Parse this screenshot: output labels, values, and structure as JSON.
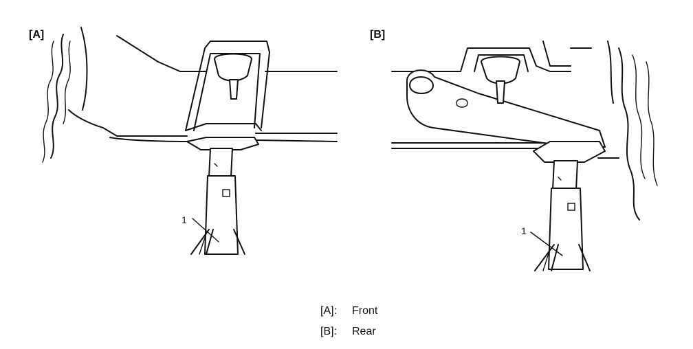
{
  "panels": [
    {
      "label": "[A]",
      "callout": "1"
    },
    {
      "label": "[B]",
      "callout": "1"
    }
  ],
  "legend": [
    {
      "key": "[A]:",
      "value": "Front"
    },
    {
      "key": "[B]:",
      "value": "Rear"
    }
  ],
  "colors": {
    "ink": "#111111",
    "background": "#ffffff"
  }
}
